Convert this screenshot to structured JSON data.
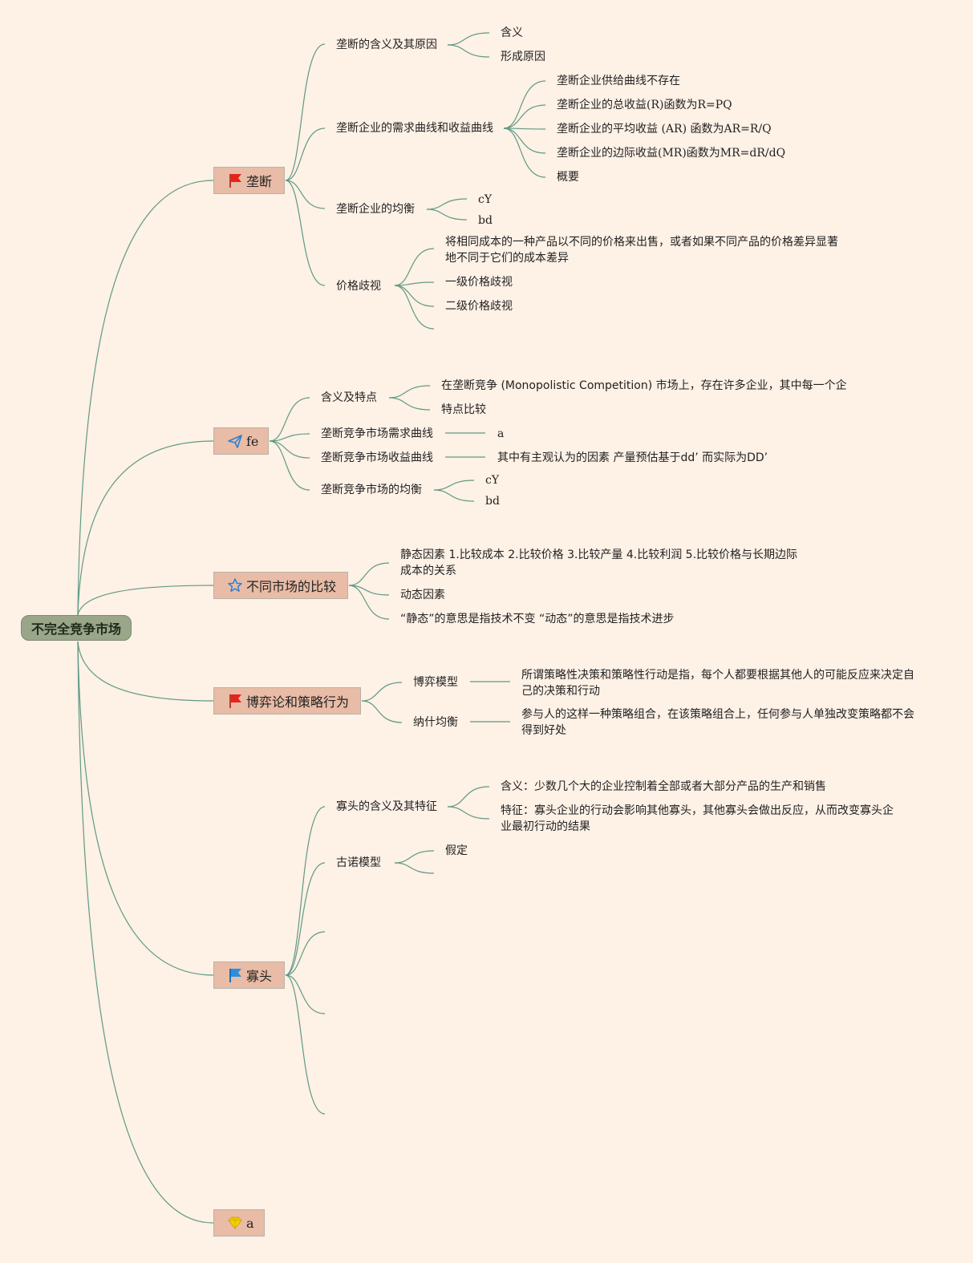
{
  "root": "不完全竞争市场",
  "monopoly": {
    "label": "垄断",
    "children": {
      "c1": {
        "label": "垄断的含义及其原因",
        "leaves": [
          "含义",
          "形成原因"
        ]
      },
      "c2": {
        "label": "垄断企业的需求曲线和收益曲线",
        "leaves": [
          "垄断企业供给曲线不存在",
          "垄断企业的总收益(R)函数为R=PQ",
          "垄断企业的平均收益 (AR) 函数为AR=R/Q",
          "垄断企业的边际收益(MR)函数为MR=dR/dQ",
          "概要"
        ]
      },
      "c3": {
        "label": "垄断企业的均衡",
        "leaves": [
          "cY",
          "bd"
        ]
      },
      "c4": {
        "label": "价格歧视",
        "leaves": [
          "将相同成本的一种产品以不同的价格来出售，或者如果不同产品的价格差异显著地不同于它们的成本差异",
          "一级价格歧视",
          "二级价格歧视"
        ]
      }
    }
  },
  "fe": {
    "label": "fe",
    "children": {
      "c1": {
        "label": "含义及特点",
        "leaves": [
          "在垄断竞争 (Monopolistic Competition) 市场上，存在许多企业，其中每一个企",
          "特点比较"
        ]
      },
      "c2": {
        "label": "垄断竞争市场需求曲线",
        "leaves": [
          "a"
        ]
      },
      "c3": {
        "label": "垄断竞争市场收益曲线",
        "leaves": [
          "其中有主观认为的因素 产量预估基于dd’ 而实际为DD’"
        ]
      },
      "c4": {
        "label": "垄断竞争市场的均衡",
        "leaves": [
          "cY",
          "bd"
        ]
      }
    }
  },
  "compare": {
    "label": "不同市场的比较",
    "leaves": [
      "静态因素 1.比较成本 2.比较价格 3.比较产量 4.比较利润 5.比较价格与长期边际成本的关系",
      "动态因素",
      "“静态”的意思是指技术不变 “动态”的意思是指技术进步"
    ]
  },
  "game": {
    "label": "博弈论和策略行为",
    "children": {
      "c1": {
        "label": "博弈模型",
        "leaves": [
          "所谓策略性决策和策略性行动是指，每个人都要根据其他人的可能反应来决定自己的决策和行动"
        ]
      },
      "c2": {
        "label": "纳什均衡",
        "leaves": [
          "参与人的这样一种策略组合，在该策略组合上，任何参与人单独改变策略都不会得到好处"
        ]
      }
    }
  },
  "oligopoly": {
    "label": "寡头",
    "children": {
      "c1": {
        "label": "寡头的含义及其特征",
        "leaves": [
          "含义：少数几个大的企业控制着全部或者大部分产品的生产和销售",
          "特征：寡头企业的行动会影响其他寡头，其他寡头会做出反应，从而改变寡头企业最初行动的结果"
        ]
      },
      "c2": {
        "label": "古诺模型",
        "leaves": [
          "假定"
        ]
      }
    }
  },
  "last": {
    "label": "a"
  },
  "colors": {
    "background": "#fef1e6",
    "line": "#5f9a84",
    "topic": "#e8bca6",
    "root": "#9aa68a"
  },
  "icons": {
    "monopoly": "red-flag-icon",
    "fe": "paper-plane-icon",
    "compare": "star-icon",
    "game": "red-flag-icon",
    "oligopoly": "blue-flag-icon",
    "last": "diamond-icon"
  }
}
